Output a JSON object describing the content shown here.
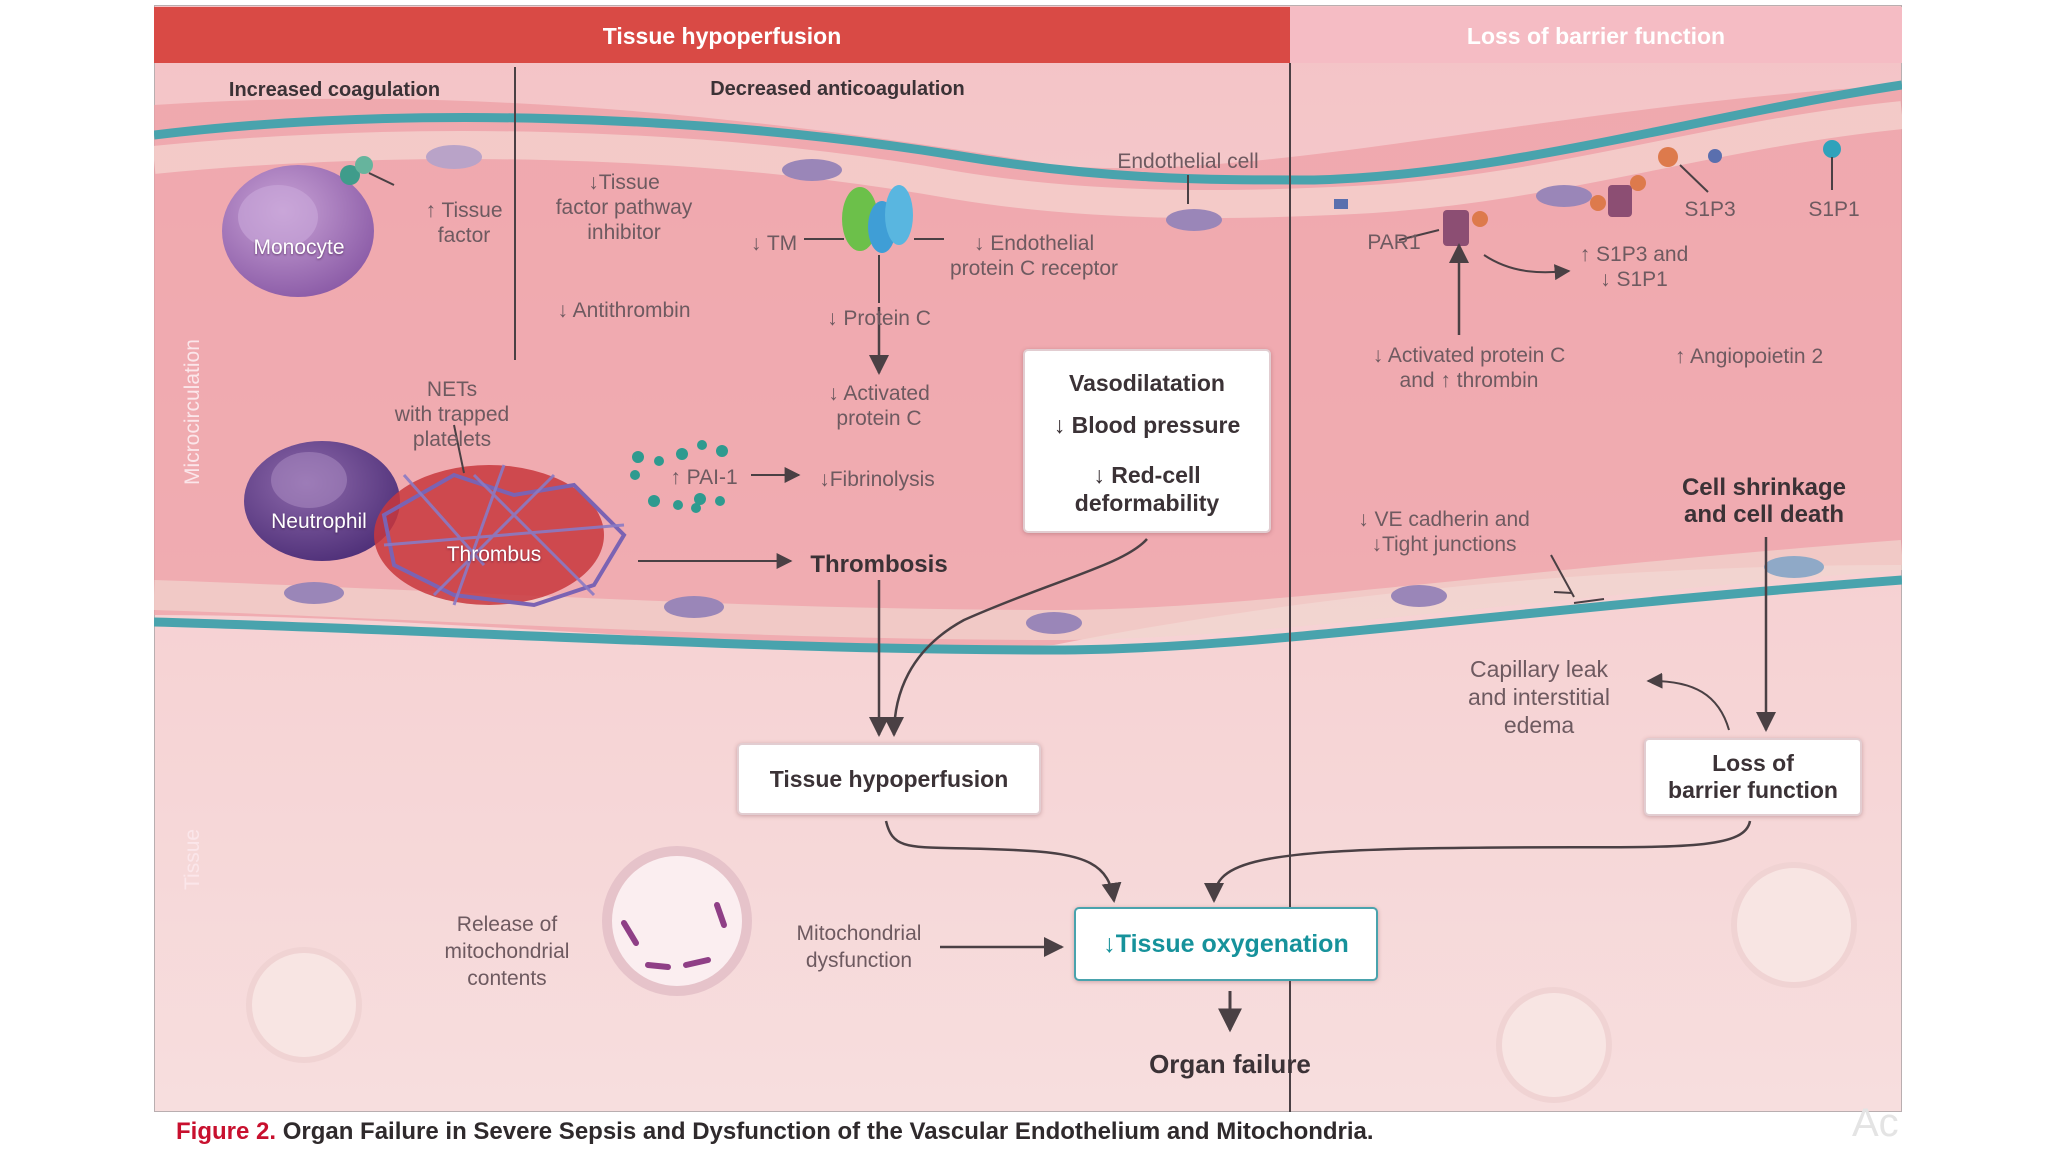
{
  "headers": {
    "left": "Tissue hypoperfusion",
    "right": "Loss of barrier function"
  },
  "subheaders": {
    "coagulation": "Increased coagulation",
    "anticoagulation": "Decreased anticoagulation"
  },
  "side_labels": {
    "microcirculation": "Microcirculation",
    "tissue": "Tissue"
  },
  "cells": {
    "monocyte": "Monocyte",
    "neutrophil": "Neutrophil",
    "thrombus": "Thrombus"
  },
  "labels": {
    "tissue_factor": [
      "↑ Tissue",
      "factor"
    ],
    "nets": [
      "NETs",
      "with trapped",
      "platelets"
    ],
    "tfpi": [
      "↓Tissue",
      "factor pathway",
      "inhibitor"
    ],
    "antithrombin": "↓ Antithrombin",
    "tm": "↓ TM",
    "epcr": [
      "↓ Endothelial",
      "protein C receptor"
    ],
    "protein_c": "↓ Protein C",
    "activated_protein_c": [
      "↓ Activated",
      "protein C"
    ],
    "pai1": "↑ PAI-1",
    "fibrinolysis": "↓Fibrinolysis",
    "thrombosis": "Thrombosis",
    "endothelial_cell": "Endothelial cell",
    "par1": "PAR1",
    "s1p3": "S1P3",
    "s1p1": "S1P1",
    "s1p_change": [
      "↑ S1P3 and",
      "↓ S1P1"
    ],
    "apc_thrombin": [
      "↓ Activated protein C",
      "and ↑ thrombin"
    ],
    "angiopoietin": "↑ Angiopoietin 2",
    "ve_cadherin": [
      "↓ VE cadherin and",
      "↓Tight junctions"
    ],
    "cell_shrinkage": [
      "Cell shrinkage",
      "and cell death"
    ],
    "capillary_leak": [
      "Capillary leak",
      "and interstitial",
      "edema"
    ],
    "release_mito": [
      "Release of",
      "mitochondrial",
      "contents"
    ],
    "mito_dysfunction": [
      "Mitochondrial",
      "dysfunction"
    ],
    "organ_failure": "Organ failure"
  },
  "boxes": {
    "vaso": [
      "Vasodilatation",
      "↓ Blood pressure",
      "↓ Red-cell",
      "deformability"
    ],
    "hypoperfusion": "Tissue hypoperfusion",
    "barrier": [
      "Loss of",
      "barrier function"
    ],
    "oxygenation": "↓Tissue oxygenation"
  },
  "caption": {
    "prefix": "Figure 2.",
    "text": " Organ Failure in Severe Sepsis and Dysfunction of the Vascular Endothelium and Mitochondria."
  },
  "watermark": "Ac",
  "colors": {
    "header_left": "#d94a45",
    "header_right": "#f5bcc4",
    "endothelium": "#49a3ad",
    "oxygenation_text": "#16929b",
    "caption_prefix": "#c8102e"
  }
}
